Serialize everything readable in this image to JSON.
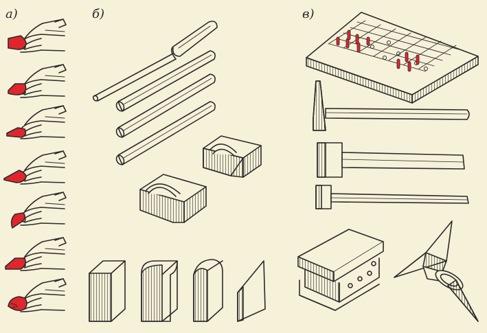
{
  "labels": {
    "a": "а)",
    "b": "б)",
    "c": "в)"
  },
  "colors": {
    "background": "#f6f1d9",
    "ink": "#2a2a2a",
    "accent_red": "#e0262c"
  },
  "icons": {
    "pliers": "pliers-icon",
    "mandrel": "mandrel-rod-icon",
    "rod": "round-rod-icon",
    "block": "grooved-block-icon",
    "plate": "bending-plate-icon",
    "pin_board": "pin-board-icon",
    "hammer": "hammer-icon",
    "anvil": "anvil-icon"
  }
}
